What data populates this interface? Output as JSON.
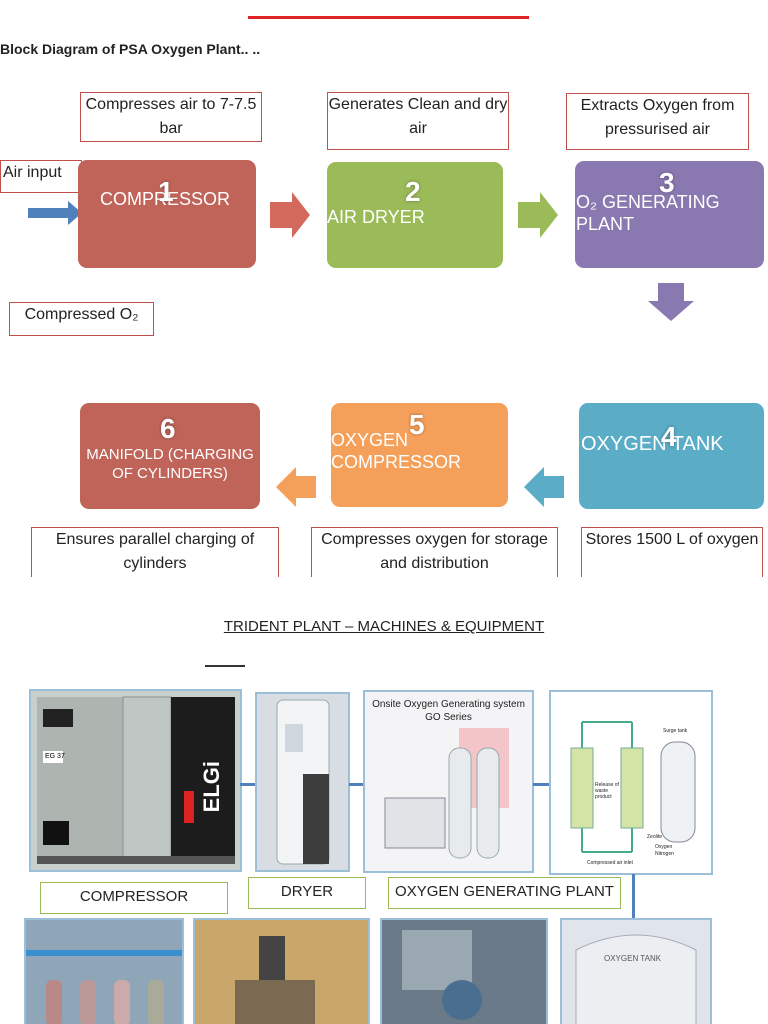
{
  "title": "Block Diagram of PSA Oxygen Plant.. ..",
  "air_input": "Air input",
  "blocks": [
    {
      "num": "1",
      "label": "COMPRESSOR",
      "callout": "Compresses air to 7-7.5 bar"
    },
    {
      "num": "2",
      "label": "AIR DRYER",
      "callout": "Generates Clean and dry air"
    },
    {
      "num": "3",
      "label": "O₂ GENERATING PLANT",
      "callout": "Extracts Oxygen from pressurised air"
    },
    {
      "num": "4",
      "label": "OXYGEN TANK",
      "callout": "Stores 1500 L of oxygen"
    },
    {
      "num": "5",
      "label": "OXYGEN COMPRESSOR",
      "callout": "Compresses oxygen for storage and distribution"
    },
    {
      "num": "6",
      "label": "MANIFOLD (CHARGING OF CYLINDERS)",
      "callout": "Ensures parallel charging of cylinders"
    }
  ],
  "compressed_o2": "Compressed O₂",
  "section_title": "TRIDENT PLANT – MACHINES & EQUIPMENT",
  "photos": {
    "compressor_brand": "ELGi",
    "compressor_model": "EG 37",
    "ogp_title": "Onsite Oxygen Generating system GO Series",
    "tank_label": "OXYGEN TANK",
    "schematic_labels": [
      "Surge tank",
      "Release of waste product",
      "Zeolite",
      "Oxygen",
      "Nitrogen",
      "Compressed air inlet"
    ],
    "captions": [
      "COMPRESSOR",
      "DRYER",
      "OXYGEN GENERATING PLANT"
    ]
  },
  "colors": {
    "compressor": "#c0645a",
    "dryer": "#9bbb59",
    "o2plant": "#8a78b0",
    "tank": "#5bacc6",
    "oxy_compressor": "#f5a05a",
    "manifold": "#c0645a",
    "callout_border": "#c0504d"
  }
}
